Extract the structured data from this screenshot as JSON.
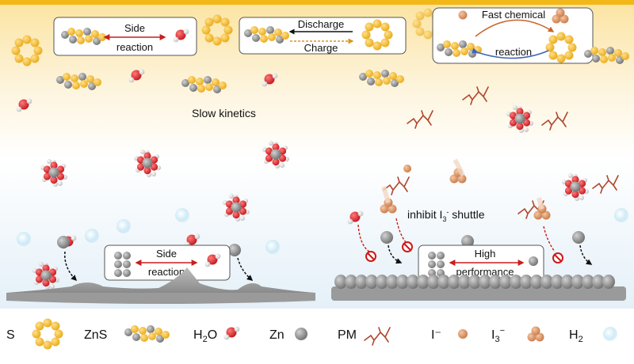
{
  "colors": {
    "sulfur": "#f2b830",
    "zinc_gray": "#8e8e8e",
    "oxygen_red": "#e0282f",
    "hydrogen_white": "#f4f4f4",
    "pm_brown": "#b0462c",
    "iodide": "#e09a6a",
    "h2_blue": "#bfe6f5",
    "arrow_red": "#c81e1e",
    "arrow_orange": "#c8642a",
    "arrow_blue": "#3a66b8",
    "top_gradient": "#fbe7a8"
  },
  "boxes": {
    "side_reaction_top": {
      "line1": "Side",
      "line2": "reaction"
    },
    "discharge_charge": {
      "discharge": "Discharge",
      "charge": "Charge"
    },
    "fast_chemical": {
      "line1": "Fast chemical",
      "line2": "reaction"
    },
    "side_reaction_bottom": {
      "line1": "Side",
      "line2": "reaction"
    },
    "high_performance": {
      "line1": "High",
      "line2": "performance"
    }
  },
  "labels": {
    "slow_kinetics": "Slow kinetics",
    "inhibit_prefix": "inhibit I",
    "inhibit_sub": "3",
    "inhibit_sup": "-",
    "inhibit_suffix": " shuttle"
  },
  "legend": {
    "s": "S",
    "zns": "ZnS",
    "h2o_main": "H",
    "h2o_sub": "2",
    "h2o_tail": "O",
    "zn": "Zn",
    "pm": "PM",
    "iodide": "I⁻",
    "triiodide_main": "I",
    "triiodide_sub": "3",
    "triiodide_sup": "−",
    "h2_main": "H",
    "h2_sub": "2"
  }
}
